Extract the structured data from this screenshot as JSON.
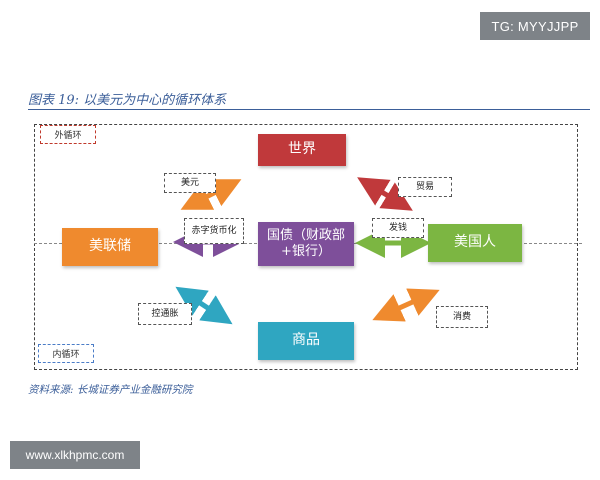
{
  "watermark_top": "TG: MYYJJPP",
  "watermark_bottom": "www.xlkhpmc.com",
  "figure": {
    "title": "图表 19:  以美元为中心的循环体系",
    "source": "资料来源:  长城证券产业金融研究院"
  },
  "diagram": {
    "outer_loop_label": "外循环",
    "inner_loop_label": "内循环",
    "nodes": {
      "world": "世界",
      "fed": "美联储",
      "bonds": "国债（财政部+银行）",
      "us_people": "美国人",
      "goods": "商品"
    },
    "edges": {
      "usd": "美元",
      "deficit": "赤字货币化",
      "trade": "贸易",
      "issue": "发钱",
      "control": "控通胀",
      "consume": "消费"
    }
  },
  "colors": {
    "world": "#c0393b",
    "fed": "#ef8a2e",
    "bonds": "#7e4f9a",
    "us_people": "#7cb642",
    "goods": "#2fa6c1",
    "title_blue": "#3b5e99"
  }
}
